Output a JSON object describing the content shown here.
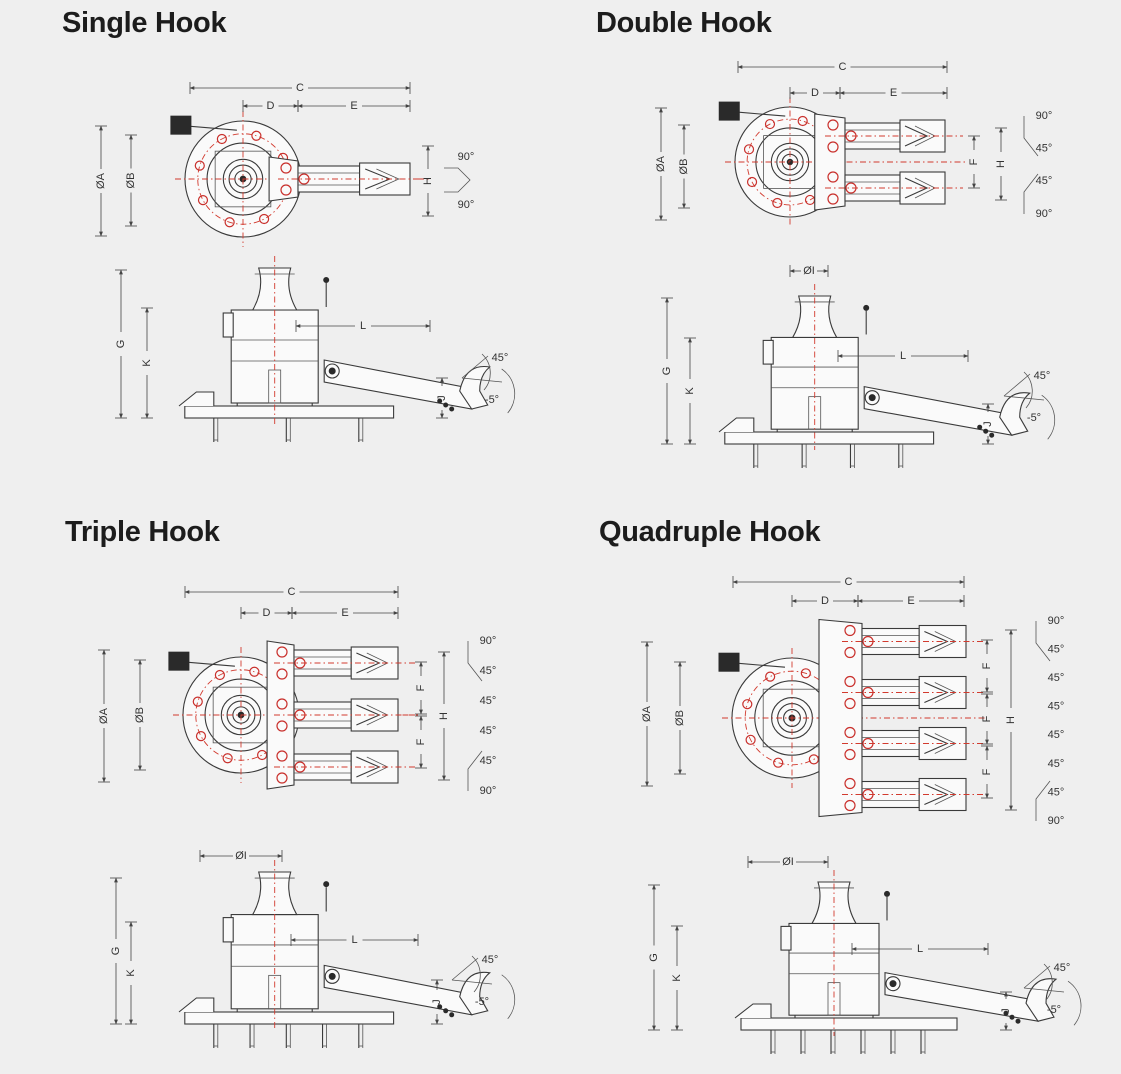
{
  "panels": {
    "single": {
      "title": "Single Hook"
    },
    "double": {
      "title": "Double Hook"
    },
    "triple": {
      "title": "Triple Hook"
    },
    "quadruple": {
      "title": "Quadruple Hook"
    }
  },
  "dimension_labels": {
    "A": "ØA",
    "B": "ØB",
    "C": "C",
    "D": "D",
    "E": "E",
    "F": "F",
    "H": "H",
    "G": "G",
    "K": "K",
    "L": "L",
    "J": "J",
    "I": "ØI"
  },
  "angles": {
    "a90": "90°",
    "a45": "45°",
    "am5": "-5°"
  },
  "colors": {
    "background": "#efefef",
    "line": "#3a3a3a",
    "centerline": "#d23a2e",
    "title": "#1c1c1c"
  }
}
